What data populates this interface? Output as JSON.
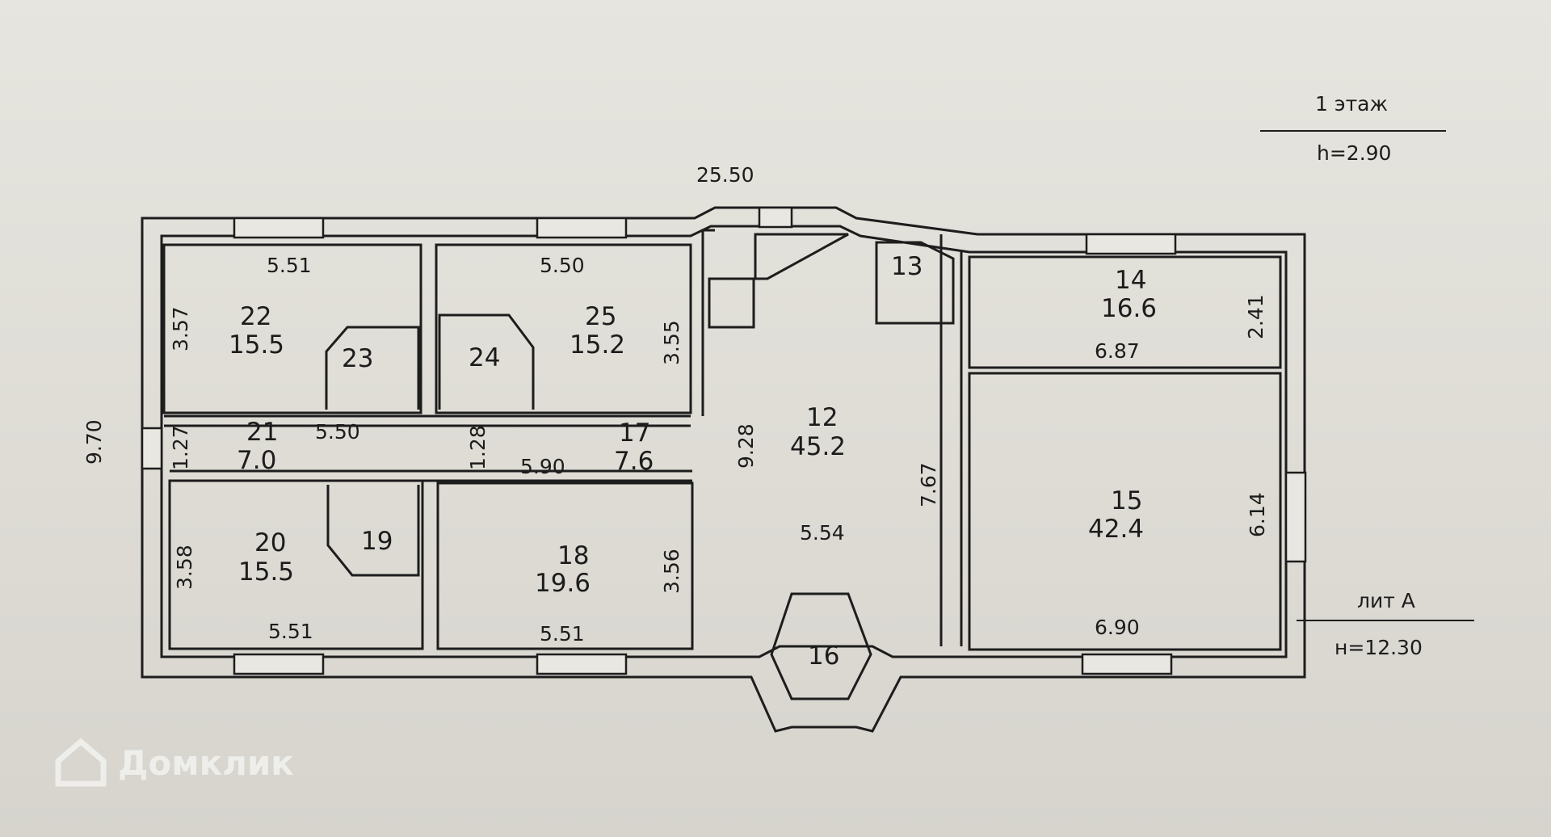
{
  "header": {
    "floor": "1 этаж",
    "height": "h=2.90"
  },
  "dimensions": {
    "total_width": "25.50",
    "total_height": "9.70",
    "r22_w": "5.51",
    "r22_h": "3.57",
    "r25_w": "5.50",
    "r25_h": "3.55",
    "r21_w": "5.50",
    "r21_h": "1.27",
    "r17_w": "5.90",
    "r17_h": "1.28",
    "r20_w": "5.51",
    "r20_h": "3.58",
    "r18_w": "5.51",
    "r18_h": "3.56",
    "r12_h": "9.28",
    "r12_w": "5.54",
    "r12_side": "7.67",
    "r14_w": "6.87",
    "r14_h": "2.41",
    "r15_w": "6.90",
    "r15_h": "6.14"
  },
  "rooms": {
    "r12": {
      "num": "12",
      "area": "45.2"
    },
    "r13": {
      "num": "13"
    },
    "r14": {
      "num": "14",
      "area": "16.6"
    },
    "r15": {
      "num": "15",
      "area": "42.4"
    },
    "r16": {
      "num": "16"
    },
    "r17": {
      "num": "17",
      "area": "7.6"
    },
    "r18": {
      "num": "18",
      "area": "19.6"
    },
    "r19": {
      "num": "19"
    },
    "r20": {
      "num": "20",
      "area": "15.5"
    },
    "r21": {
      "num": "21",
      "area": "7.0"
    },
    "r22": {
      "num": "22",
      "area": "15.5"
    },
    "r23": {
      "num": "23"
    },
    "r24": {
      "num": "24"
    },
    "r25": {
      "num": "25",
      "area": "15.2"
    }
  },
  "building": {
    "letter": "лит  А",
    "height": "н=12.30"
  },
  "watermark": {
    "text": "Домклик",
    "icon": "house-logo-icon"
  }
}
